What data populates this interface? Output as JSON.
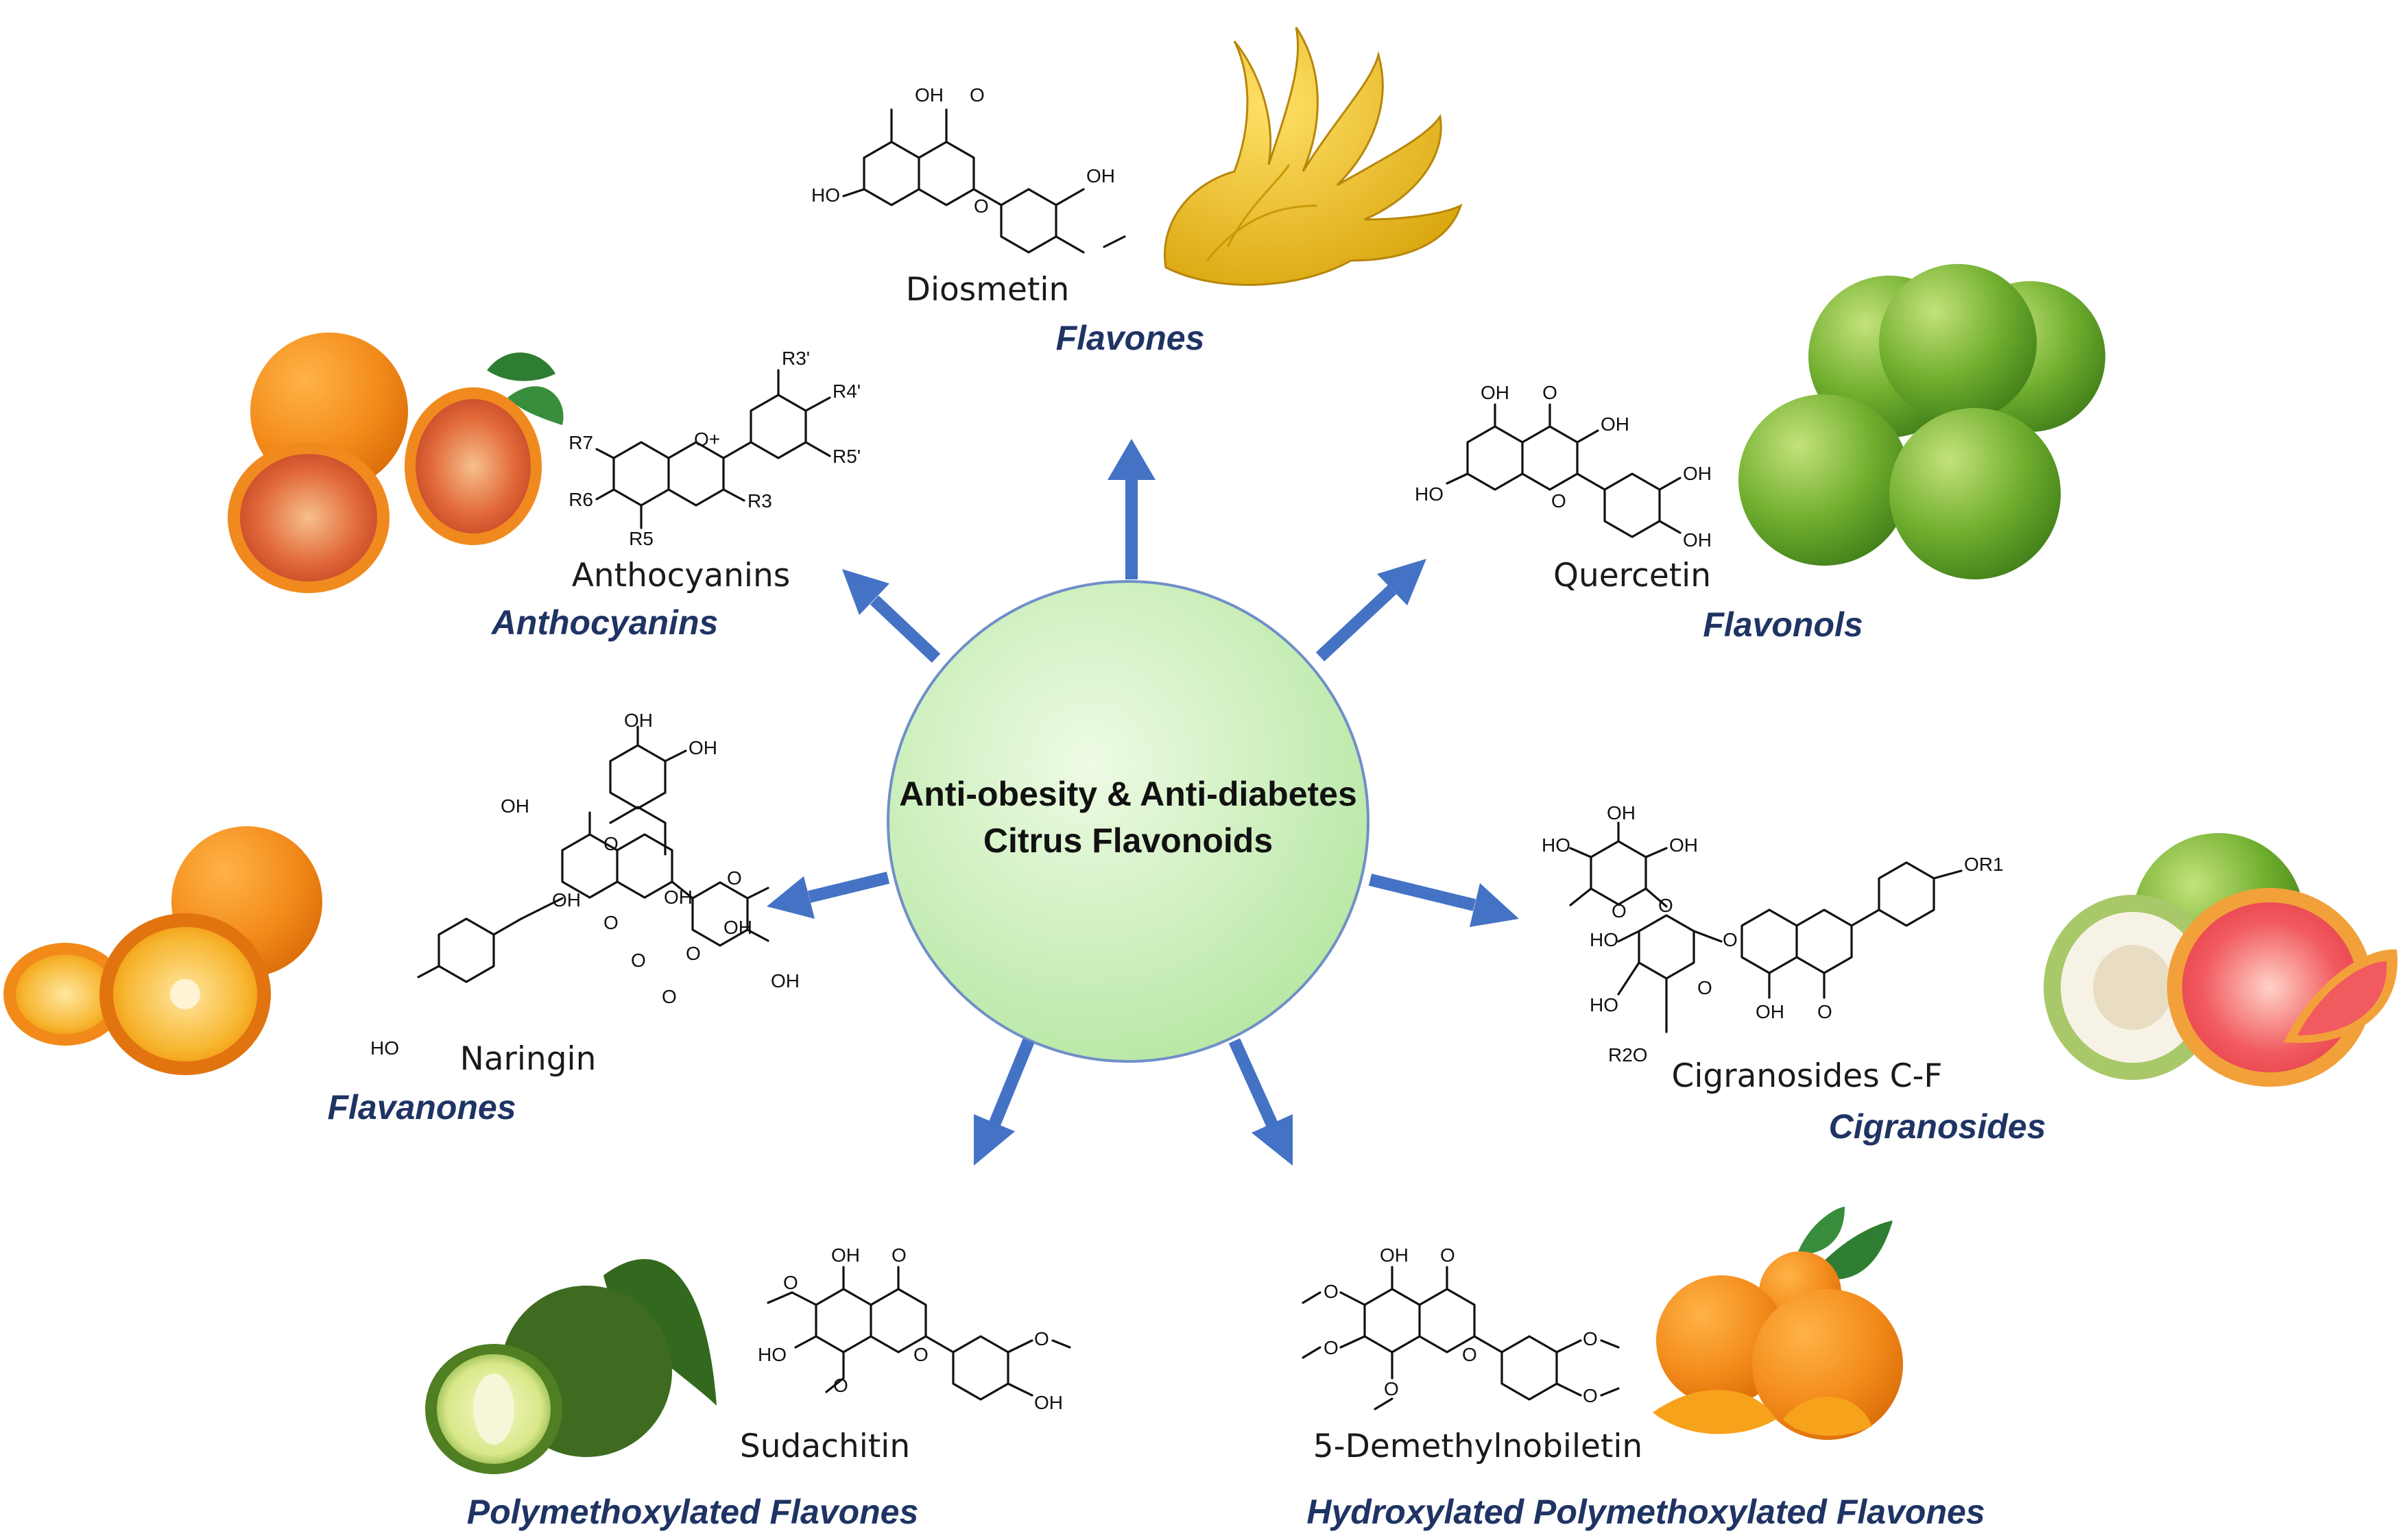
{
  "center": {
    "line1": "Anti-obesity & Anti-diabetes",
    "line2": "Citrus Flavonoids",
    "fill_light": "#eefbe4",
    "fill_dark": "#b4e6a0",
    "stroke": "#6f8fc8"
  },
  "arrow_color": "#4472c4",
  "class_label_color": "#1f3464",
  "groups": [
    {
      "id": "flavones",
      "compound": "Diosmetin",
      "class_label": "Flavones",
      "fruit": "buddhas-hand",
      "atoms": [
        "OH",
        "O",
        "HO",
        "O",
        "OH"
      ]
    },
    {
      "id": "anthocyanins",
      "compound": "Anthocyanins",
      "class_label": "Anthocyanins",
      "fruit": "blood-orange",
      "atoms": [
        "R3'",
        "R4'",
        "R5'",
        "R7",
        "O+",
        "R6",
        "R5",
        "R3"
      ]
    },
    {
      "id": "flavonols",
      "compound": "Quercetin",
      "class_label": "Flavonols",
      "fruit": "green-tangerines",
      "atoms": [
        "OH",
        "O",
        "OH",
        "HO",
        "O",
        "OH",
        "OH"
      ]
    },
    {
      "id": "flavanones",
      "compound": "Naringin",
      "class_label": "Flavanones",
      "fruit": "bitter-orange",
      "atoms": [
        "OH",
        "OH",
        "OH",
        "O",
        "OH",
        "O",
        "OH",
        "OH",
        "OH",
        "O",
        "O",
        "O",
        "O",
        "HO"
      ]
    },
    {
      "id": "cigranosides",
      "compound": "Cigranosides C-F",
      "class_label": "Cigranosides",
      "fruit": "pomelo-grapefruit",
      "atoms": [
        "OH",
        "HO",
        "OH",
        "O",
        "O",
        "OR1",
        "HO",
        "O",
        "O",
        "HO",
        "R2O",
        "OH",
        "O"
      ]
    },
    {
      "id": "pmf",
      "compound": "Sudachitin",
      "class_label": "Polymethoxylated Flavones",
      "fruit": "sudachi",
      "atoms": [
        "OH",
        "O",
        "O",
        "HO",
        "O",
        "O",
        "O",
        "OH"
      ]
    },
    {
      "id": "hpmf",
      "compound": "5-Demethylnobiletin",
      "class_label": "Hydroxylated Polymethoxylated Flavones",
      "fruit": "mandarins",
      "atoms": [
        "OH",
        "O",
        "O",
        "O",
        "O",
        "O",
        "O",
        "O"
      ]
    }
  ]
}
